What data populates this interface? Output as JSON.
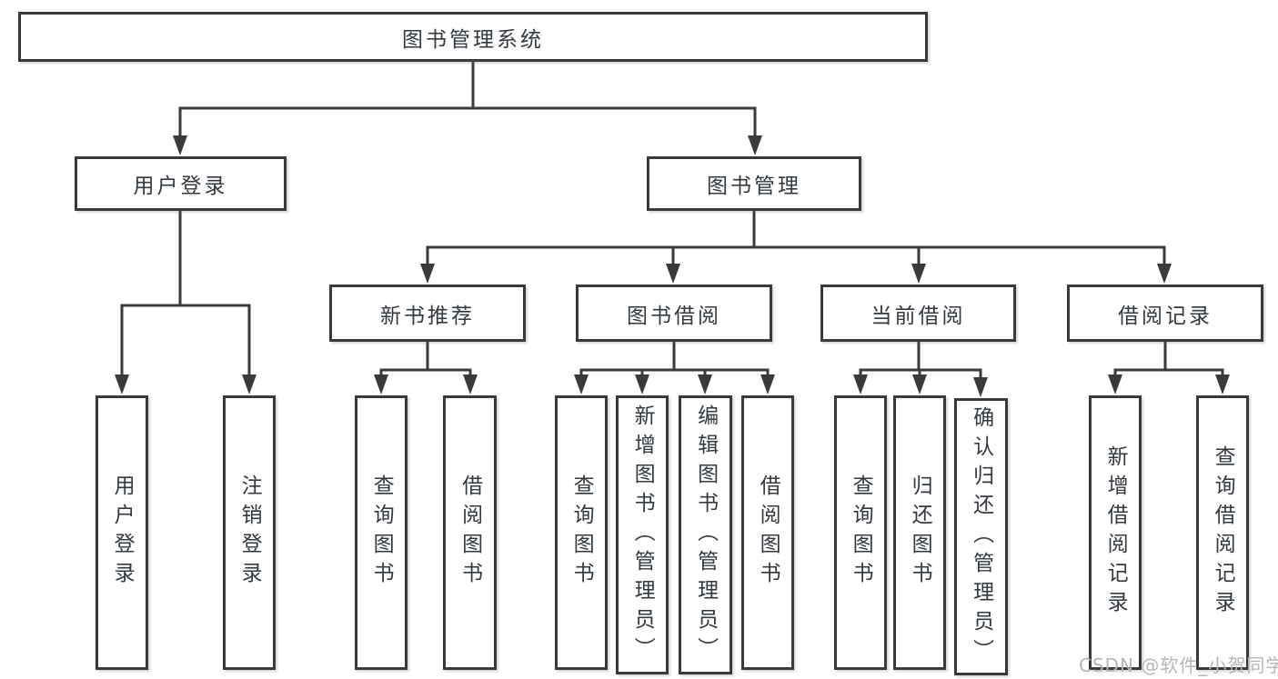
{
  "tree": {
    "label": "图书管理系统",
    "children": [
      {
        "label": "用户登录",
        "children": [
          {
            "label": "用户登录"
          },
          {
            "label": "注销登录"
          }
        ]
      },
      {
        "label": "图书管理",
        "children": [
          {
            "label": "新书推荐",
            "children": [
              {
                "label": "查询图书"
              },
              {
                "label": "借阅图书"
              }
            ]
          },
          {
            "label": "图书借阅",
            "children": [
              {
                "label": "查询图书"
              },
              {
                "label": "新增图书（管理员）"
              },
              {
                "label": "编辑图书（管理员）"
              },
              {
                "label": "借阅图书"
              }
            ]
          },
          {
            "label": "当前借阅",
            "children": [
              {
                "label": "查询图书"
              },
              {
                "label": "归还图书"
              },
              {
                "label": "确认归还（管理员）"
              }
            ]
          },
          {
            "label": "借阅记录",
            "children": [
              {
                "label": "新增借阅记录"
              },
              {
                "label": "查询借阅记录"
              }
            ]
          }
        ]
      }
    ]
  },
  "watermark": "CSDN @软件_小贺同学",
  "colors": {
    "line": "#3a3a3a",
    "box_border": "#3a3a3a",
    "text": "#333940",
    "watermark": "#b5b5b5",
    "background": "#ffffff"
  }
}
